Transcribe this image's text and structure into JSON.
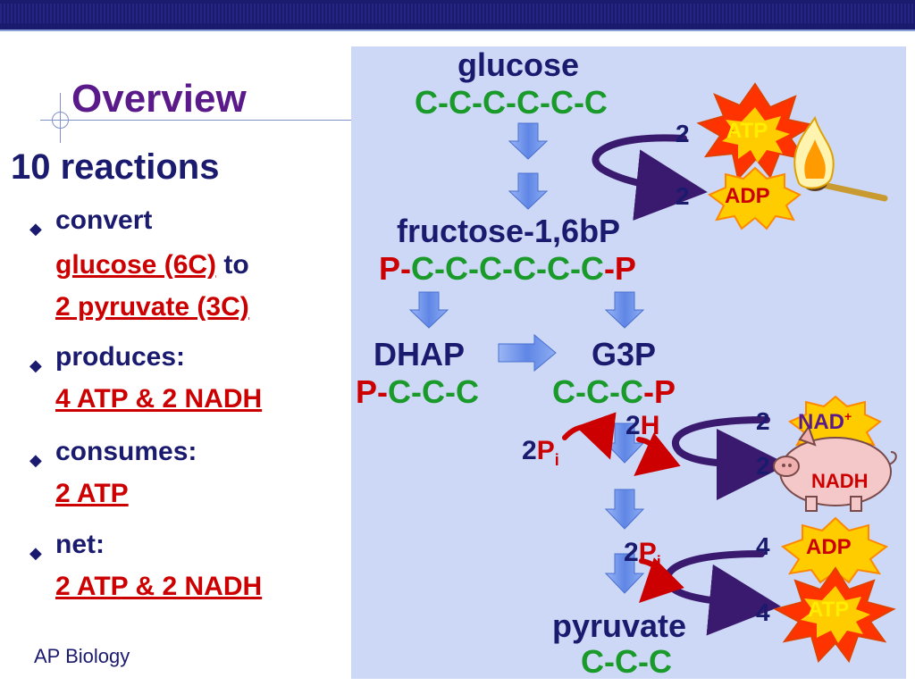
{
  "slide": {
    "title": "Overview",
    "subtitle": "10 reactions",
    "footer": "AP Biology"
  },
  "bullets": {
    "b1_line1": "convert",
    "b1_glucose": "glucose (6C)",
    "b1_to": " to",
    "b1_pyruvate": "2 pyruvate (3C)",
    "b2_line1": "produces:",
    "b2_line2": "4 ATP & 2 NADH",
    "b3_line1": "consumes:",
    "b3_line2": "2 ATP",
    "b4_line1": "net:",
    "b4_line2": "2 ATP & 2 NADH"
  },
  "pathway": {
    "glucose_name": "glucose",
    "glucose_formula": "C-C-C-C-C-C",
    "fructose_name": "fructose-1,6bP",
    "fructose_p1": "P-",
    "fructose_chain": "C-C-C-C-C-C",
    "fructose_p2": "-P",
    "dhap_name": "DHAP",
    "dhap_p": "P-",
    "dhap_chain": "C-C-C",
    "g3p_name": "G3P",
    "g3p_chain": "C-C-C",
    "g3p_p": "-P",
    "pyruvate_name": "pyruvate",
    "pyruvate_formula": "C-C-C"
  },
  "inputs": {
    "two_h_num": "2",
    "two_h_sym": "H",
    "pi1_num": "2",
    "pi1_sym": "P",
    "pi1_sub": "i",
    "pi2_num": "2",
    "pi2_sym": "P",
    "pi2_sub": "i"
  },
  "energy": {
    "atp_in_count": "2",
    "atp_in_label": "ATP",
    "adp_out_count": "2",
    "adp_out_label": "ADP",
    "nad_count": "2",
    "nad_label": "NAD",
    "nad_sup": "+",
    "nadh_count": "2",
    "nadh_label": "NADH",
    "adp_in_count": "4",
    "adp_in_label": "ADP",
    "atp_out_count": "4",
    "atp_out_label": "ATP"
  },
  "colors": {
    "navy": "#1a1a6e",
    "purple": "#5b1a8a",
    "red": "#cc0000",
    "green": "#1a9a2a",
    "panel": "#ccd8f5",
    "arrow": "#6f93ea",
    "curve": "#3a1a6e"
  }
}
